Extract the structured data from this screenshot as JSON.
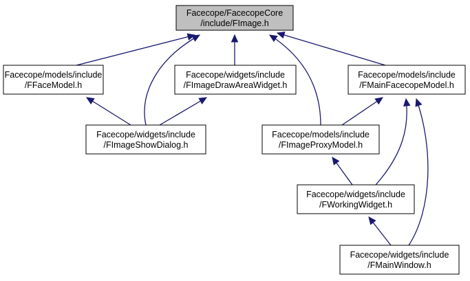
{
  "diagram": {
    "edge_color": "#191970",
    "root_fill": "#bfbfbf",
    "node_fill": "#ffffff",
    "nodes": [
      {
        "id": "fimage",
        "lines": [
          "Facecope/FacecopeCore",
          "/include/FImage.h"
        ],
        "highlighted": true
      },
      {
        "id": "ffacemodel",
        "lines": [
          "Facecope/models/include",
          "/FFaceModel.h"
        ]
      },
      {
        "id": "fimagedrawareawidget",
        "lines": [
          "Facecope/widgets/include",
          "/FImageDrawAreaWidget.h"
        ]
      },
      {
        "id": "fmainfacecopemodel",
        "lines": [
          "Facecope/models/include",
          "/FMainFacecopeModel.h"
        ]
      },
      {
        "id": "fimageshowdialog",
        "lines": [
          "Facecope/widgets/include",
          "/FImageShowDialog.h"
        ]
      },
      {
        "id": "fimageproxymodel",
        "lines": [
          "Facecope/models/include",
          "/FImageProxyModel.h"
        ]
      },
      {
        "id": "fworkingwidget",
        "lines": [
          "Facecope/widgets/include",
          "/FWorkingWidget.h"
        ]
      },
      {
        "id": "fmainwindow",
        "lines": [
          "Facecope/widgets/include",
          "/FMainWindow.h"
        ]
      }
    ],
    "edges": [
      {
        "from": "ffacemodel",
        "to": "fimage"
      },
      {
        "from": "fimageshowdialog",
        "to": "fimage"
      },
      {
        "from": "fimagedrawareawidget",
        "to": "fimage"
      },
      {
        "from": "fimageproxymodel",
        "to": "fimage"
      },
      {
        "from": "fmainfacecopemodel",
        "to": "fimage"
      },
      {
        "from": "fimageshowdialog",
        "to": "ffacemodel"
      },
      {
        "from": "fimageshowdialog",
        "to": "fimagedrawareawidget"
      },
      {
        "from": "fimageproxymodel",
        "to": "fmainfacecopemodel"
      },
      {
        "from": "fworkingwidget",
        "to": "fmainfacecopemodel"
      },
      {
        "from": "fmainwindow",
        "to": "fmainfacecopemodel"
      },
      {
        "from": "fworkingwidget",
        "to": "fimageproxymodel"
      },
      {
        "from": "fmainwindow",
        "to": "fworkingwidget"
      }
    ]
  }
}
